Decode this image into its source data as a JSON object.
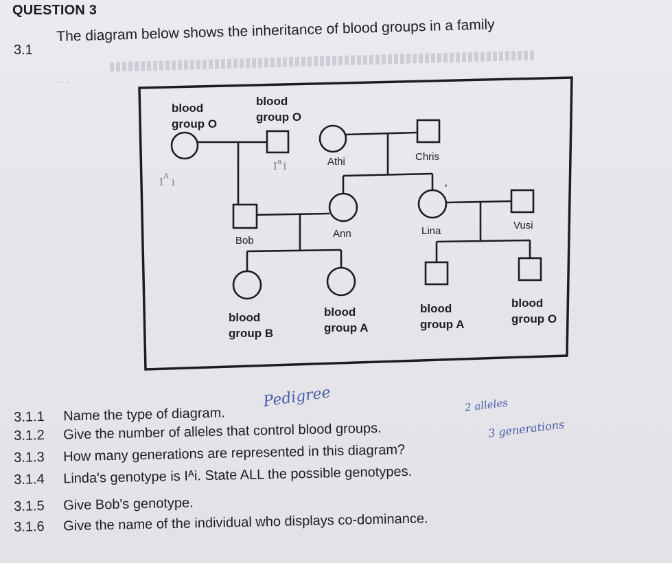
{
  "heading": "QUESTION 3",
  "question": {
    "number": "3.1",
    "text": "The diagram below shows the inheritance of blood groups in a family"
  },
  "pedigree": {
    "gen1_left_label_1": "blood",
    "gen1_left_label_2": "group O",
    "gen1_mid_label_1": "blood",
    "gen1_mid_label_2": "group O",
    "athi": "Athi",
    "chris": "Chris",
    "bob": "Bob",
    "ann": "Ann",
    "lina": "Lina",
    "vusi": "Vusi",
    "child1_label_1": "blood",
    "child1_label_2": "group B",
    "child2_label_1": "blood",
    "child2_label_2": "group A",
    "child3_label_1": "blood",
    "child3_label_2": "group A",
    "child4_label_1": "blood",
    "child4_label_2": "group O",
    "pencil_left": "I",
    "pencil_left_sup": "A",
    "pencil_left_tail": "i",
    "pencil_mid": "I",
    "pencil_mid_sup": "a",
    "pencil_mid_tail": "i"
  },
  "sub_questions": [
    {
      "number": "3.1.1",
      "text": "Name the type of diagram."
    },
    {
      "number": "3.1.2",
      "text": "Give the number of alleles that control blood groups."
    },
    {
      "number": "3.1.3",
      "text": "How many generations are represented in this diagram?"
    },
    {
      "number": "3.1.4",
      "text": "Linda's genotype is Iᴬi. State ALL the possible genotypes."
    },
    {
      "number": "3.1.5",
      "text": "Give Bob's genotype."
    },
    {
      "number": "3.1.6",
      "text": "Give the name of the individual who displays co-dominance."
    }
  ],
  "handwritten": {
    "answer_1": "Pedigree",
    "answer_2": "2 alleles",
    "answer_3": "3 generations"
  }
}
